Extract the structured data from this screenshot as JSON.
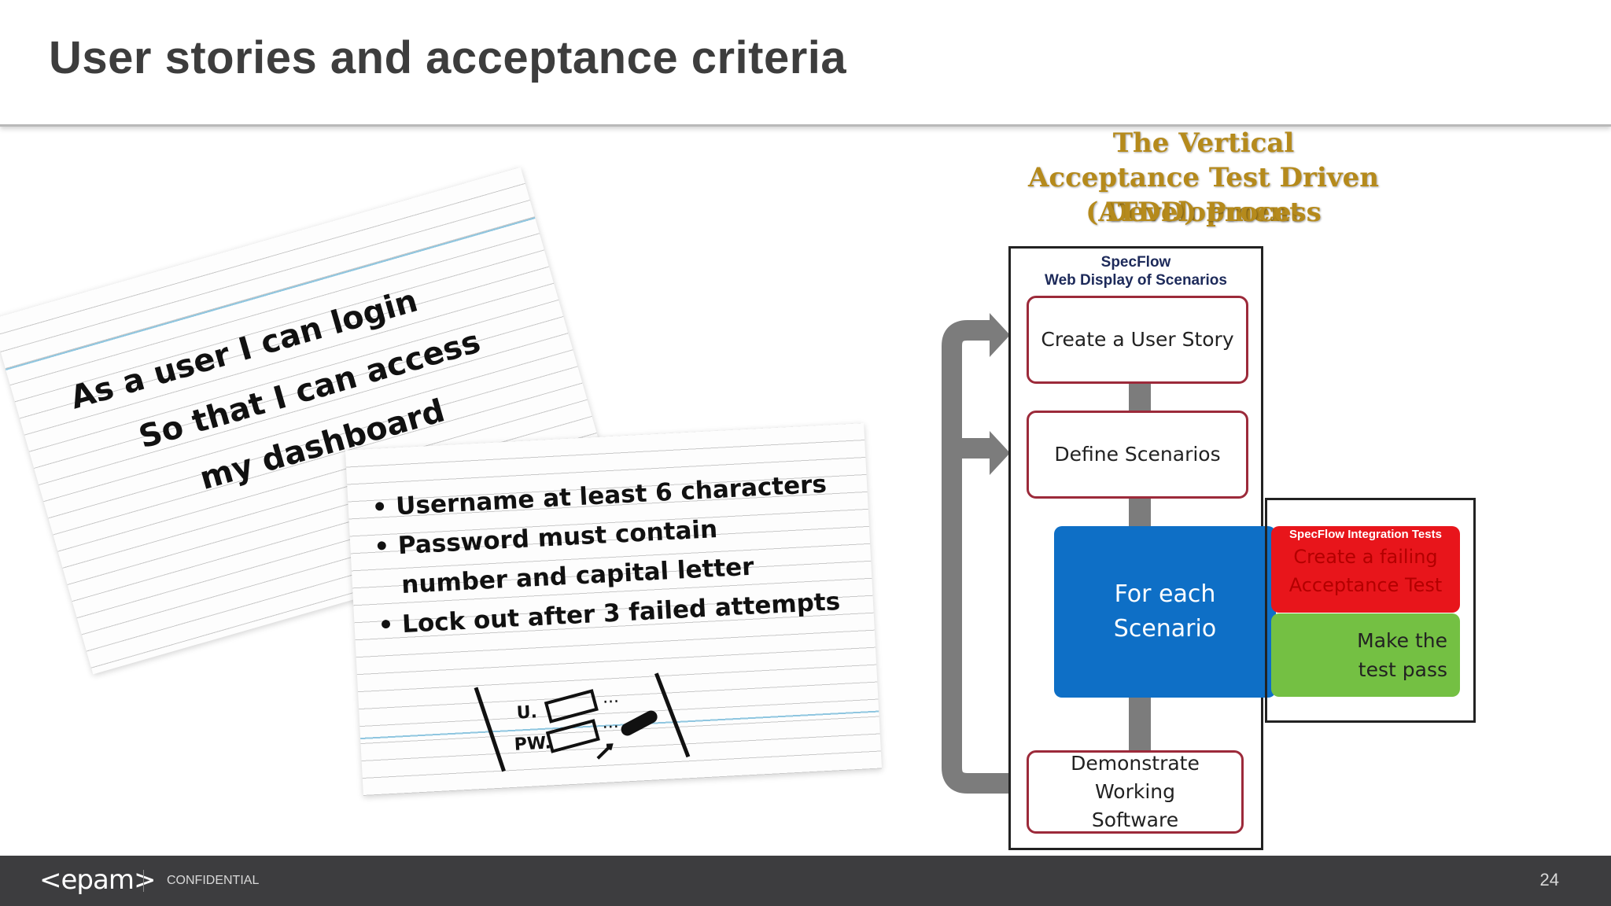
{
  "slide": {
    "title": "User stories and acceptance criteria",
    "page_number": "24"
  },
  "story_card": {
    "lines": [
      "As a user I can login",
      "So that I can access",
      "my dashboard"
    ]
  },
  "criteria_card": {
    "items": [
      "• Username at least 6 characters",
      "• Password must contain",
      "   number and capital letter",
      "• Lock out after 3 failed attempts"
    ],
    "mock_labels": [
      "U.",
      "PW."
    ]
  },
  "atdd": {
    "title_lines": [
      "The Vertical",
      "Acceptance Test Driven Development",
      "(ATDD) Process"
    ],
    "column_header": [
      "SpecFlow",
      "Web Display of Scenarios"
    ],
    "steps": [
      "Create a User Story",
      "Define Scenarios",
      "Demonstrate Working Software"
    ],
    "loop_label": "For each Scenario",
    "integration_header": "SpecFlow Integration Tests",
    "red_step": "Create a failing Acceptance Test",
    "green_step": "Make the test pass",
    "colors": {
      "title": "#b58a1c",
      "blue": "#0e6fc6",
      "red": "#e8151b",
      "green": "#74c043",
      "step_border": "#9c2a3a"
    }
  },
  "footer": {
    "logo": "<epam>",
    "label": "CONFIDENTIAL",
    "bg": "#3d3d3f"
  }
}
